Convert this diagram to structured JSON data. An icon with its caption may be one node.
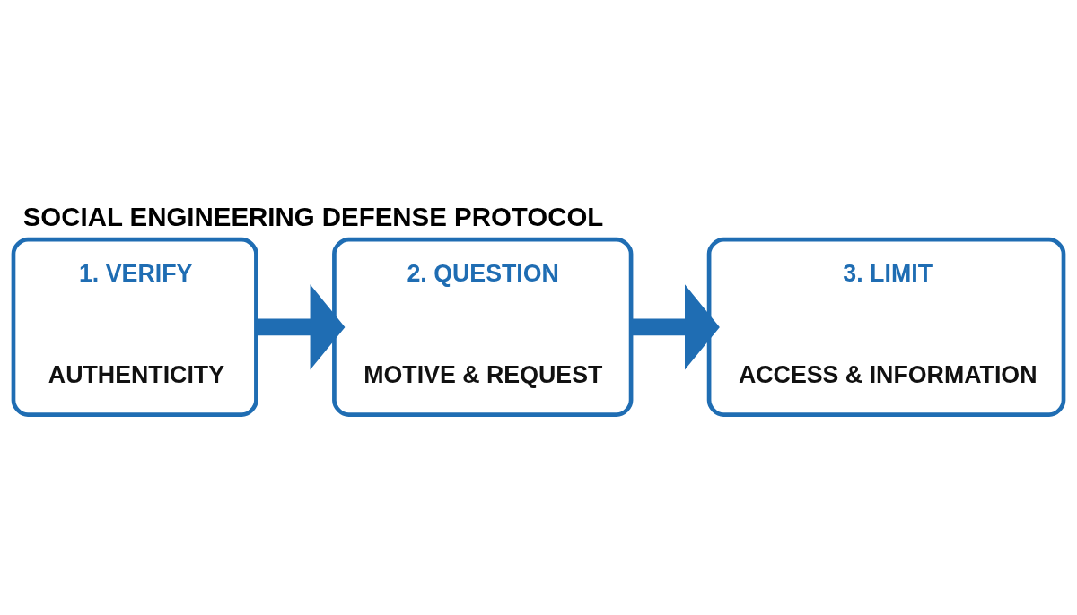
{
  "diagram": {
    "title": "SOCIAL ENGINEERING DEFENSE PROTOCOL",
    "nodes": [
      {
        "text": [
          "1. VERIFY",
          "AUTHENTICITY"
        ]
      },
      {
        "text": [
          "2. QUESTION",
          "MOTIVE & REQUEST"
        ]
      },
      {
        "text": [
          "3. LIMIT",
          "ACCESS & INFORMATION"
        ]
      }
    ],
    "edges": [
      {
        "from": 0,
        "to": 1,
        "arrow": "to"
      },
      {
        "from": 1,
        "to": 2,
        "arrow": "to"
      }
    ]
  }
}
